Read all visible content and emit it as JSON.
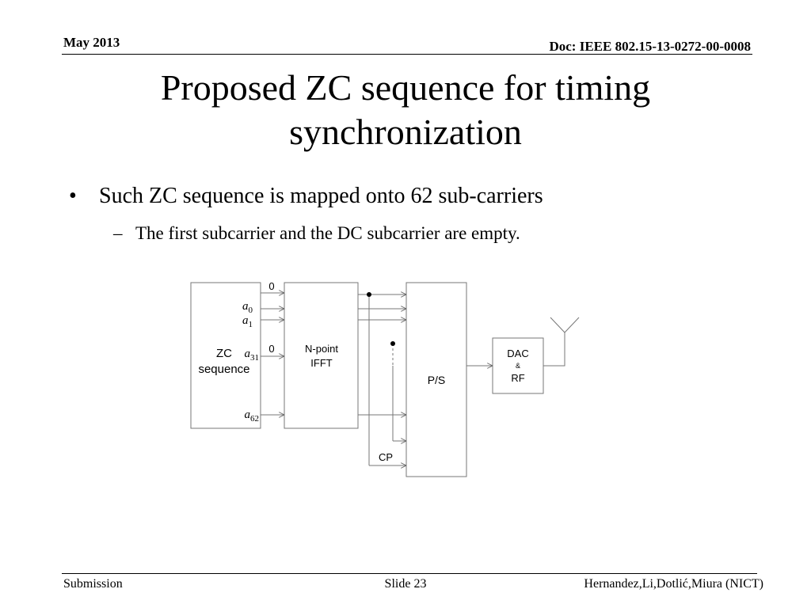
{
  "header": {
    "date": "May 2013",
    "doc": "Doc: IEEE 802.15-13-0272-00-0008"
  },
  "title": [
    "Proposed ZC sequence for timing",
    "synchronization"
  ],
  "bullets": [
    {
      "level": 1,
      "marker": "•",
      "text": "Such ZC sequence is mapped onto 62 sub-carriers"
    },
    {
      "level": 2,
      "marker": "–",
      "text": "The first subcarrier and the DC subcarrier are empty."
    }
  ],
  "diagram": {
    "zc_block": [
      "ZC",
      "sequence"
    ],
    "ifft_block": [
      "N-point",
      "IFFT"
    ],
    "ps_block": "P/S",
    "dac_block": [
      "DAC",
      "&",
      "RF"
    ],
    "cp_label": "CP",
    "zero_top": "0",
    "zero_mid": "0",
    "inputs": [
      {
        "base": "a",
        "sub": "0"
      },
      {
        "base": "a",
        "sub": "1"
      },
      {
        "base": "a",
        "sub": "31"
      },
      {
        "base": "a",
        "sub": "62"
      }
    ]
  },
  "footer": {
    "left": "Submission",
    "center": "Slide 23",
    "right": "Hernandez,Li,Dotlić,Miura (NICT)"
  }
}
